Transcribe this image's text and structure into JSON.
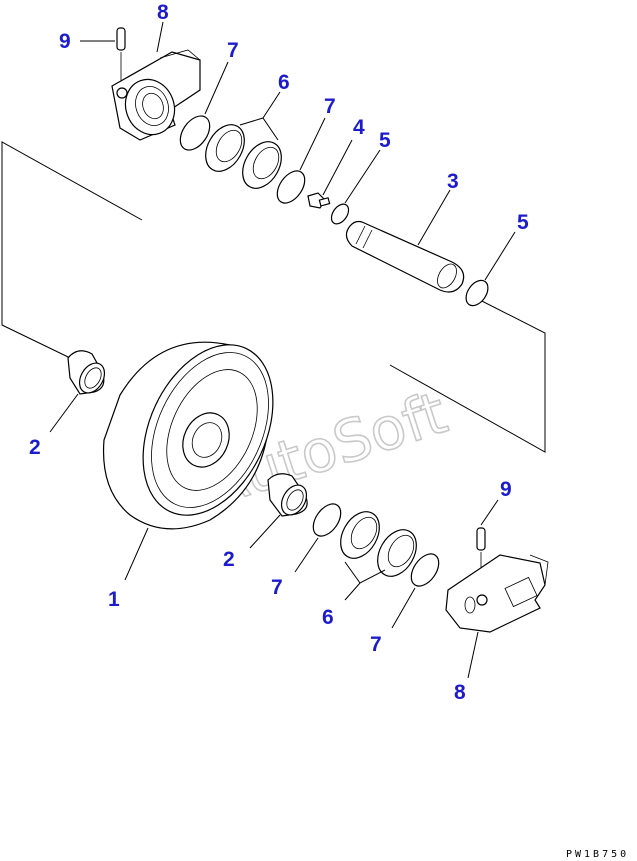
{
  "callouts": {
    "c1": "1",
    "c2a": "2",
    "c2b": "2",
    "c3": "3",
    "c4": "4",
    "c5a": "5",
    "c5b": "5",
    "c6a": "6",
    "c6b": "6",
    "c7a": "7",
    "c7b": "7",
    "c7c": "7",
    "c7d": "7",
    "c8a": "8",
    "c8b": "8",
    "c9a": "9",
    "c9b": "9"
  },
  "watermark": "AutoSoft",
  "drawing_code": "PW1B750",
  "colors": {
    "callout": "#1c1ccc",
    "line": "#000000",
    "watermark": "#c9c9c9"
  }
}
